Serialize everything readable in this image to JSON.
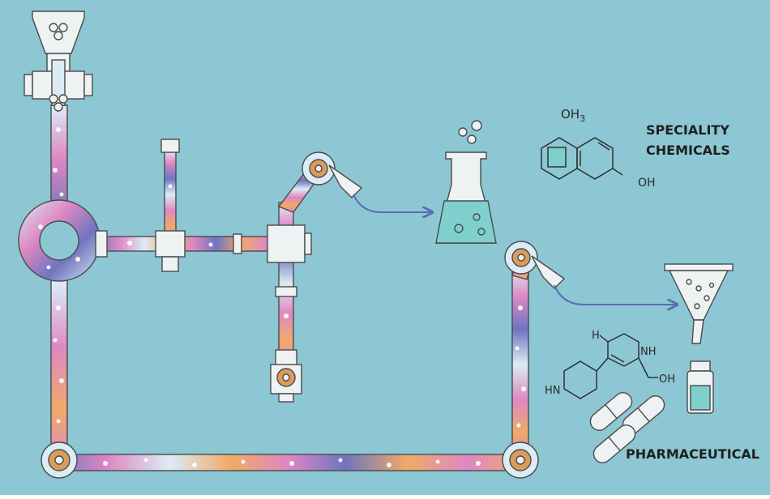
{
  "colors": {
    "background": "#8cc7d3",
    "pipe_orange": "#efaa68",
    "pipe_pink": "#de88c3",
    "pipe_blue": "#6f75bf",
    "pipe_light": "#dcecf5",
    "outline": "#4a4a4a",
    "equipment": "#eef2f3",
    "liquid": "#7fd0cc",
    "arrow": "#5b6bb4",
    "ring_orange": "#d99c5e"
  },
  "labels": {
    "speciality": "SPECIALITY",
    "chemicals": "CHEMICALS",
    "pharmaceutical": "PHARMACEUTICAL"
  },
  "molecule_a": {
    "oh3": "OH",
    "oh3_sub": "3",
    "oh": "OH"
  },
  "molecule_b": {
    "h": "H",
    "nh": "NH",
    "oh": "OH",
    "hn": "HN"
  },
  "icons": [
    "hopper-icon",
    "valve-icon",
    "mixer-ring-icon",
    "conical-flask-icon",
    "bubbles-icon",
    "funnel-icon",
    "vial-icon",
    "capsule-icon",
    "arrow-icon"
  ]
}
